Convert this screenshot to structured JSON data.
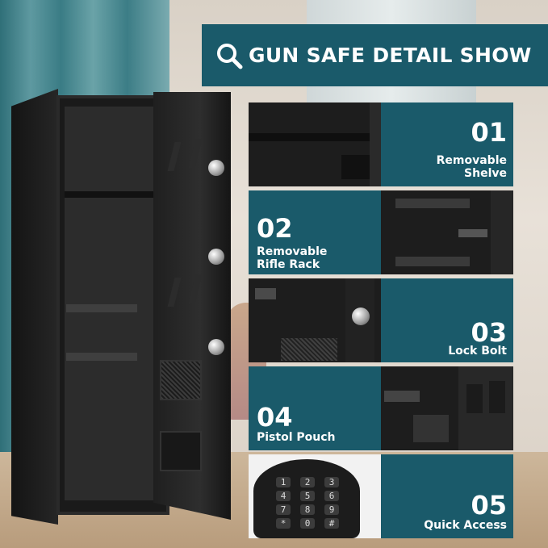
{
  "banner": {
    "title": "GUN SAFE DETAIL SHOW",
    "icon": "search-icon"
  },
  "features": [
    {
      "num": "01",
      "label_line1": "Removable",
      "label_line2": "Shelve"
    },
    {
      "num": "02",
      "label_line1": "Removable",
      "label_line2": "Rifle Rack"
    },
    {
      "num": "03",
      "label_line1": "Lock Bolt",
      "label_line2": ""
    },
    {
      "num": "04",
      "label_line1": "Pistol Pouch",
      "label_line2": ""
    },
    {
      "num": "05",
      "label_line1": "Quick Access",
      "label_line2": ""
    }
  ],
  "keypad": {
    "keys": [
      "1",
      "2",
      "3",
      "4",
      "5",
      "6",
      "7",
      "8",
      "9",
      "*",
      "0",
      "#"
    ]
  },
  "colors": {
    "panel": "#1a5a6a",
    "text": "#ffffff"
  }
}
